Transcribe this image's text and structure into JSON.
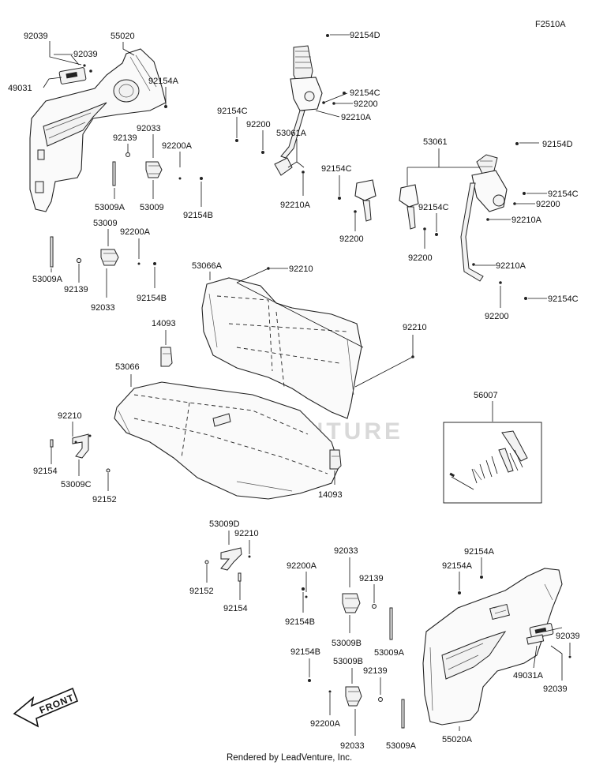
{
  "diagram_code": "F2510A",
  "watermark": "LEADVENTURE",
  "footer": "Rendered by LeadVenture, Inc.",
  "front_label": "FRONT",
  "labels": {
    "l_92039_a": "92039",
    "l_55020": "55020",
    "l_92039_b": "92039",
    "l_49031": "49031",
    "l_92154A_a": "92154A",
    "l_92033_a": "92033",
    "l_92139_a": "92139",
    "l_92200A_a": "92200A",
    "l_53009A_a": "53009A",
    "l_53009_a": "53009",
    "l_92154B_a": "92154B",
    "l_53009_b": "53009",
    "l_92200A_b": "92200A",
    "l_53009A_b": "53009A",
    "l_92139_b": "92139",
    "l_92033_b": "92033",
    "l_92154B_b": "92154B",
    "l_92154D_a": "92154D",
    "l_92154C_a": "92154C",
    "l_92200_a": "92200",
    "l_92210A_a": "92210A",
    "l_92154C_b": "92154C",
    "l_92200_b": "92200",
    "l_53061A": "53061A",
    "l_92154C_c": "92154C",
    "l_92210A_b": "92210A",
    "l_92200_c": "92200",
    "l_53061": "53061",
    "l_92154D_b": "92154D",
    "l_92154C_d": "92154C",
    "l_92200_d": "92200",
    "l_92154C_e": "92154C",
    "l_92210A_c": "92210A",
    "l_92200_e": "92200",
    "l_92210A_d": "92210A",
    "l_92154C_f": "92154C",
    "l_92200_f": "92200",
    "l_53066A": "53066A",
    "l_92210_a": "92210",
    "l_92210_b": "92210",
    "l_14093_a": "14093",
    "l_53066": "53066",
    "l_92210_c": "92210",
    "l_92154_a": "92154",
    "l_53009C": "53009C",
    "l_92152_a": "92152",
    "l_14093_b": "14093",
    "l_56007": "56007",
    "l_53009D": "53009D",
    "l_92210_d": "92210",
    "l_92152_b": "92152",
    "l_92154_b": "92154",
    "l_92033_c": "92033",
    "l_92200A_c": "92200A",
    "l_92139_c": "92139",
    "l_92154B_c": "92154B",
    "l_53009B_a": "53009B",
    "l_53009A_c": "53009A",
    "l_92154B_d": "92154B",
    "l_53009B_b": "53009B",
    "l_92139_d": "92139",
    "l_92200A_d": "92200A",
    "l_92033_d": "92033",
    "l_53009A_d": "53009A",
    "l_92154A_b": "92154A",
    "l_92154A_c": "92154A",
    "l_92039_c": "92039",
    "l_49031A": "49031A",
    "l_92039_d": "92039",
    "l_55020A": "55020A"
  }
}
